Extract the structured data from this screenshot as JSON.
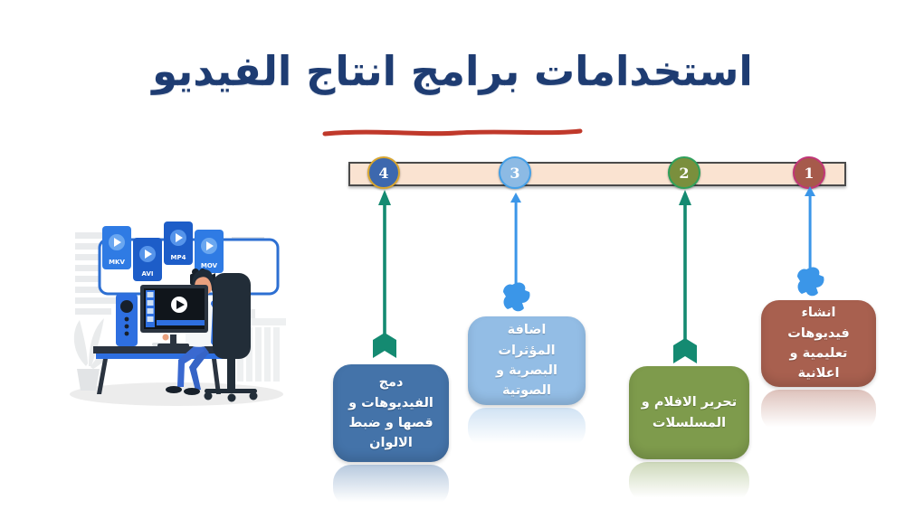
{
  "title": {
    "text": "استخدامات برامج انتاج الفيديو",
    "color": "#1e3c72",
    "underline_color": "#c0392b"
  },
  "timeline": {
    "bar_color": "#fae3d1",
    "bar_border_color": "#4a4a4a",
    "items": [
      {
        "number": "1",
        "circle_color": "#a65a4b",
        "ring_color": "#c23577",
        "arrow_color": "#3b96e8",
        "arrow_style": "brush-stroke",
        "box_color": "#a8604f",
        "label": "انشاء فيديوهات تعليمية و اعلانية"
      },
      {
        "number": "2",
        "circle_color": "#7a8f3d",
        "ring_color": "#2fa05a",
        "arrow_color": "#148a71",
        "arrow_style": "ribbon",
        "box_color": "#7e9b4c",
        "label": "تحرير الافلام و المسلسلات"
      },
      {
        "number": "3",
        "circle_color": "#8cbae4",
        "ring_color": "#44a0e8",
        "arrow_color": "#3b96e8",
        "arrow_style": "brush-stroke",
        "box_color": "#93bde5",
        "label": "اضافة المؤثرات البصرية و الصوتية"
      },
      {
        "number": "4",
        "circle_color": "#3d68ae",
        "ring_color": "#d9a62e",
        "arrow_color": "#148a71",
        "arrow_style": "ribbon",
        "box_color": "#4473a9",
        "label": "دمج الفيديوهات و قصها و ضبط الالوان"
      }
    ]
  },
  "illustration": {
    "description": "person editing video at desk with monitor, speakers and video file icons",
    "file_formats": [
      "MKV",
      "AVI",
      "MP4",
      "MOV"
    ]
  }
}
